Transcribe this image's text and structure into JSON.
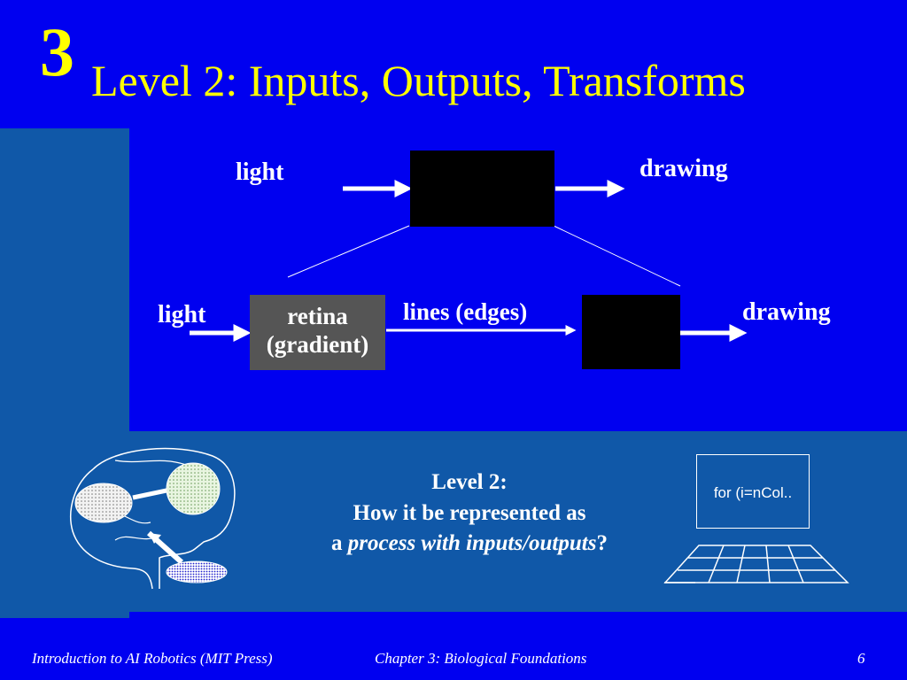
{
  "slide": {
    "chapter_number": "3",
    "title": "Level 2: Inputs, Outputs, Transforms"
  },
  "top_diagram": {
    "input_label": "light",
    "output_label": "drawing"
  },
  "bottom_diagram": {
    "input_label": "light",
    "retina_line1": "retina",
    "retina_line2": "(gradient)",
    "middle_label": "lines (edges)",
    "output_label": "drawing"
  },
  "caption": {
    "line1": "Level 2:",
    "line2": "How it be represented as",
    "line3_prefix": "a ",
    "line3_italic": "process with inputs/outputs",
    "line3_suffix": "?"
  },
  "monitor": {
    "code_text": "for (i=nCol.."
  },
  "footer": {
    "left": "Introduction to AI Robotics (MIT Press)",
    "center": "Chapter 3: Biological Foundations",
    "page": "6"
  },
  "colors": {
    "background": "#0000f0",
    "band": "#1058a8",
    "title": "#ffff00"
  }
}
